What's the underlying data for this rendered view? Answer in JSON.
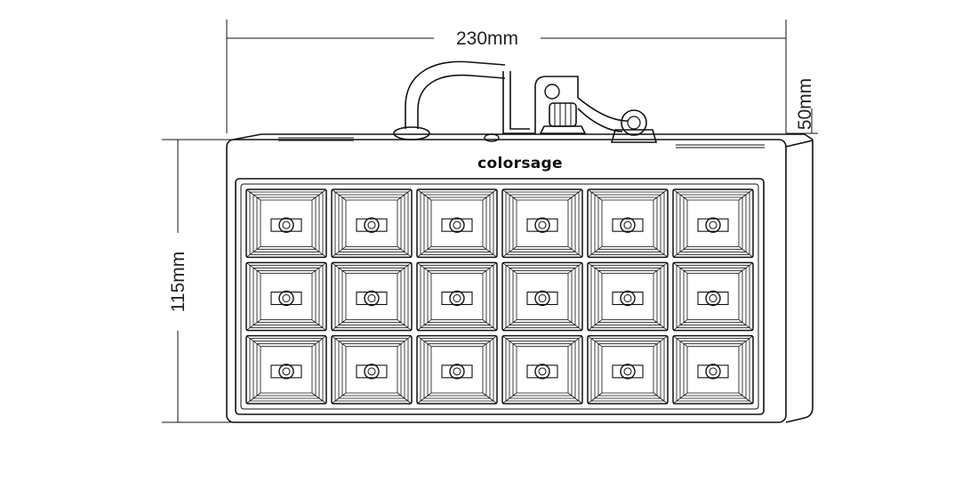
{
  "dimensions": {
    "width_label": "230mm",
    "height_label": "115mm",
    "depth_label": "50mm"
  },
  "device": {
    "brand": "colorsage",
    "led_rows": 3,
    "led_columns": 6
  },
  "colors": {
    "line": "#111111",
    "background": "#ffffff"
  }
}
